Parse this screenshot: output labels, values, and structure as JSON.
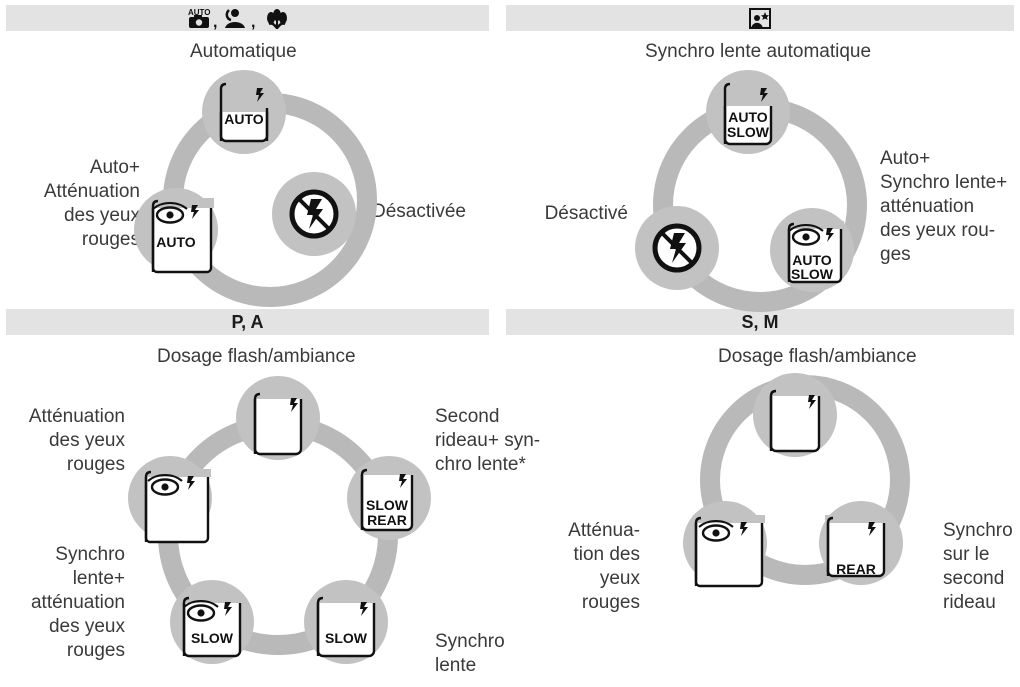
{
  "panels": [
    {
      "heading": "",
      "heading_icons": [
        "auto-mode-icon",
        "portrait-mode-icon",
        "close-up-mode-icon"
      ],
      "caption": "Automatique",
      "modes": [
        {
          "label": "",
          "button_text": "AUTO",
          "button_text_2": "",
          "eye": false,
          "icon": "flash-auto-icon"
        },
        {
          "label": "Désactivée",
          "button_text": "",
          "button_text_2": "",
          "eye": false,
          "icon": "flash-off-icon"
        },
        {
          "label": "Auto+\nAtténuation\ndes yeux\nrouges",
          "button_text": "AUTO",
          "button_text_2": "",
          "eye": true,
          "icon": "flash-auto-red-eye-icon"
        }
      ]
    },
    {
      "heading": "",
      "heading_icons": [
        "night-portrait-mode-icon"
      ],
      "caption": "Synchro lente automatique",
      "modes": [
        {
          "label": "",
          "button_text": "AUTO",
          "button_text_2": "SLOW",
          "eye": false,
          "icon": "flash-auto-slow-icon"
        },
        {
          "label": "Auto+\nSynchro lente+\natténuation\ndes yeux rou-\nges",
          "button_text": "AUTO",
          "button_text_2": "SLOW",
          "eye": true,
          "icon": "flash-auto-slow-red-eye-icon"
        },
        {
          "label": "Désactivé",
          "button_text": "",
          "button_text_2": "",
          "eye": false,
          "icon": "flash-off-icon"
        }
      ]
    },
    {
      "heading": "P, A",
      "caption": "Dosage flash/ambiance",
      "modes": [
        {
          "label": "",
          "button_text": "",
          "button_text_2": "",
          "eye": false,
          "icon": "fill-flash-icon"
        },
        {
          "label": "Second\nrideau+ syn-\nchro lente*",
          "button_text": "SLOW",
          "button_text_2": "REAR",
          "eye": false,
          "icon": "rear-slow-sync-icon"
        },
        {
          "label": "Synchro\nlente",
          "button_text": "SLOW",
          "button_text_2": "",
          "eye": false,
          "icon": "slow-sync-icon"
        },
        {
          "label": "Synchro\nlente+\natténuation\ndes yeux\nrouges",
          "button_text": "SLOW",
          "button_text_2": "",
          "eye": true,
          "icon": "slow-sync-red-eye-icon"
        },
        {
          "label": "Atténuation\ndes yeux\nrouges",
          "button_text": "",
          "button_text_2": "",
          "eye": true,
          "icon": "red-eye-reduction-icon"
        }
      ]
    },
    {
      "heading": "S, M",
      "caption": "Dosage flash/ambiance",
      "modes": [
        {
          "label": "",
          "button_text": "",
          "button_text_2": "",
          "eye": false,
          "icon": "fill-flash-icon"
        },
        {
          "label": "Synchro\nsur le\nsecond\nrideau",
          "button_text": "REAR",
          "button_text_2": "",
          "eye": false,
          "icon": "rear-curtain-sync-icon"
        },
        {
          "label": "Atténua-\ntion des\nyeux\nrouges",
          "button_text": "",
          "button_text_2": "",
          "eye": true,
          "icon": "red-eye-reduction-icon"
        }
      ]
    }
  ],
  "colors": {
    "ring": "#b9b9b9",
    "circle": "#c2c2c2",
    "header_bg": "#e3e3e3",
    "button_bg": "#ffffff",
    "ink": "#111111"
  }
}
